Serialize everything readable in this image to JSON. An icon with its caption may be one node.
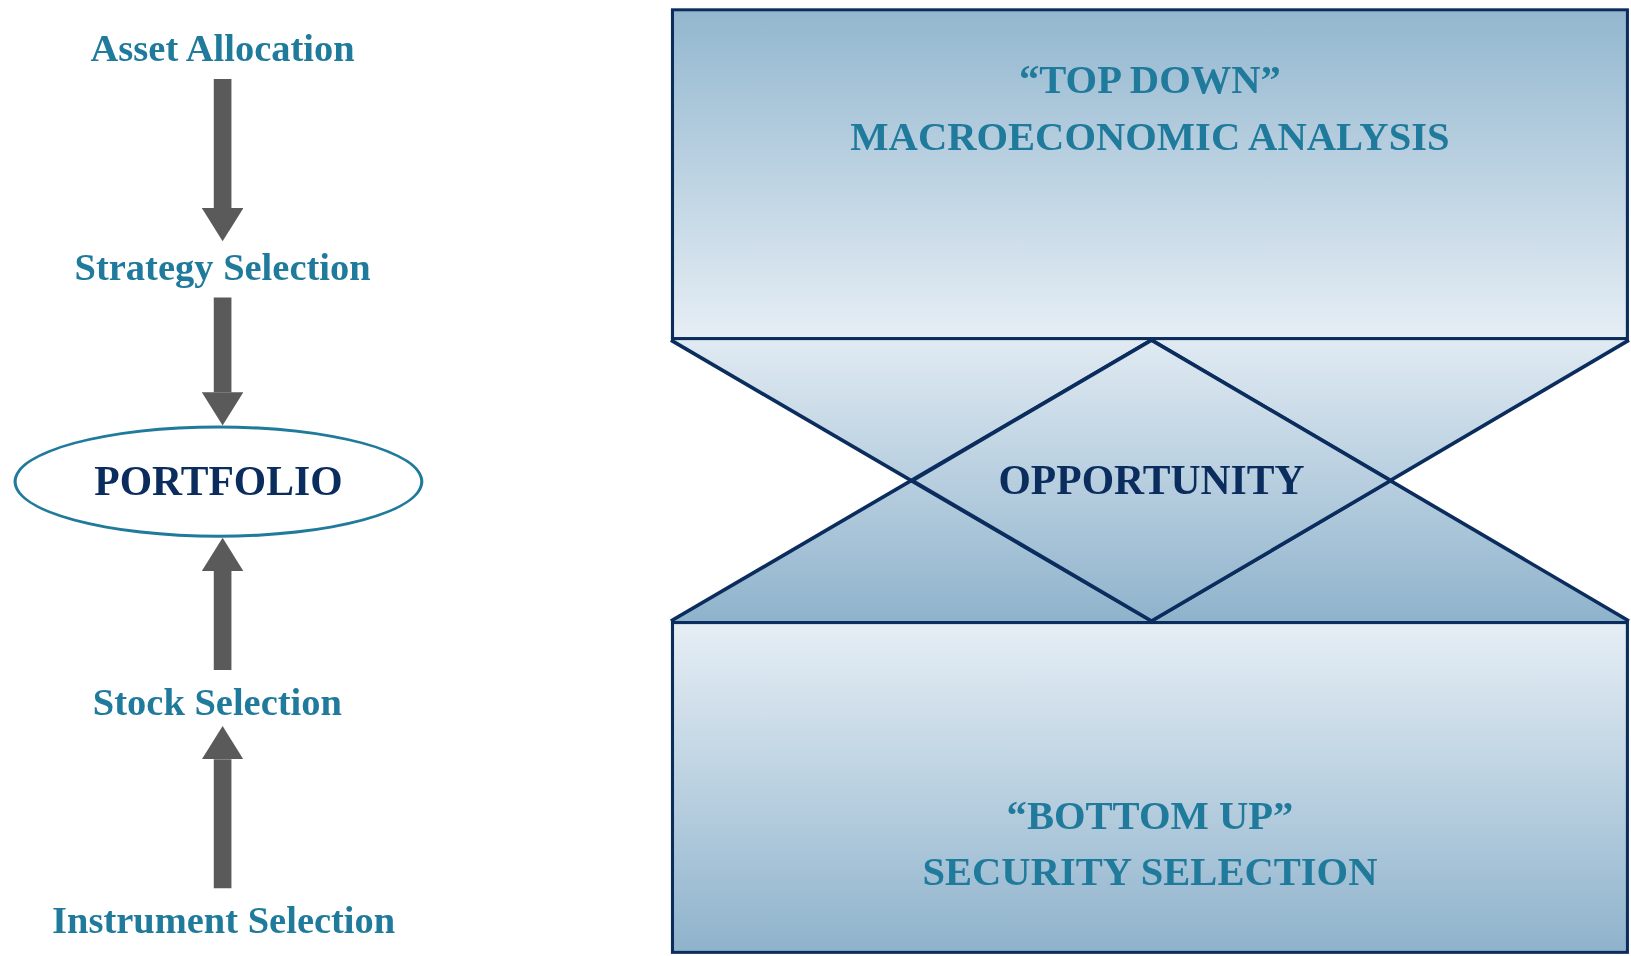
{
  "diagram": {
    "nodes": [
      {
        "text": [
          "Asset Allocation"
        ]
      },
      {
        "text": [
          "Strategy Selection"
        ]
      },
      {
        "text": [
          "PORTFOLIO"
        ]
      },
      {
        "text": [
          "Stock Selection"
        ]
      },
      {
        "text": [
          "Instrument Selection"
        ]
      },
      {
        "text": [
          "“TOP DOWN”",
          "MACROECONOMIC ANALYSIS"
        ]
      },
      {
        "text": [
          "OPPORTUNITY"
        ]
      },
      {
        "text": [
          "“BOTTOM UP”",
          "SECURITY SELECTION"
        ]
      }
    ],
    "edges": [
      {
        "from": 0,
        "to": 1,
        "arrow": "to"
      },
      {
        "from": 1,
        "to": 2,
        "arrow": "to"
      },
      {
        "from": 3,
        "to": 2,
        "arrow": "to"
      },
      {
        "from": 4,
        "to": 3,
        "arrow": "to"
      }
    ]
  }
}
